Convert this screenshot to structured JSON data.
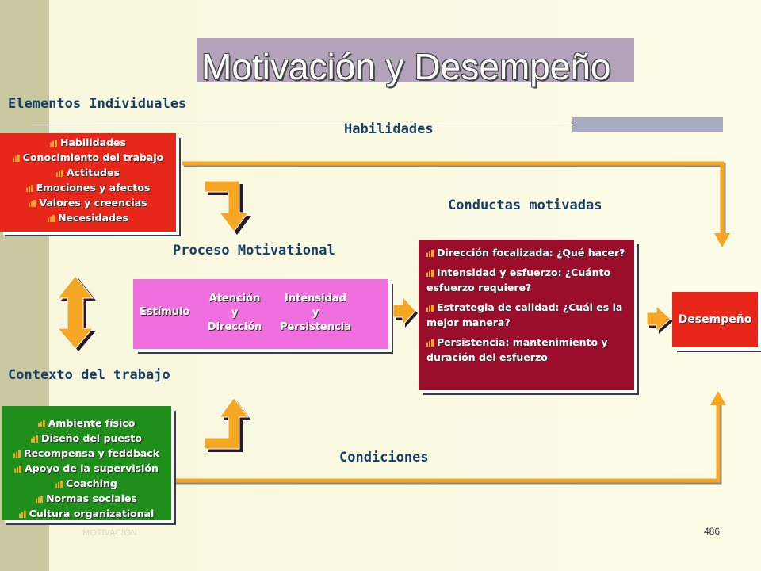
{
  "title": "Motivación y Desempeño",
  "headings": {
    "elementos": "Elementos Individuales",
    "habilidades": "Habilidades",
    "conductas": "Conductas motivadas",
    "proceso": "Proceso Motivational",
    "contexto": "Contexto del trabajo",
    "condiciones": "Condiciones"
  },
  "individual_items": [
    "Habilidades",
    "Conocimiento del trabajo",
    "Actitudes",
    "Emociones y afectos",
    "Valores y creencias",
    "Necesidades"
  ],
  "context_items": [
    "Ambiente físico",
    "Diseño del puesto",
    "Recompensa y feddback",
    "Apoyo de la supervisión",
    "Coaching",
    "Normas sociales",
    "Cultura organizational"
  ],
  "process": {
    "estimulo": "Estímulo",
    "col1": [
      "Atención",
      "y",
      "Dirección"
    ],
    "col2": [
      "Intensidad",
      "y",
      "Persistencia"
    ]
  },
  "behaviors": [
    "Dirección focalizada: ¿Qué hacer?",
    "Intensidad y esfuerzo: ¿Cuánto esfuerzo requiere?",
    "Estrategia de calidad: ¿Cuál es la mejor manera?",
    "Persistencia: mantenimiento y duración del esfuerzo"
  ],
  "desempeno": "Desempeño",
  "footer": {
    "page_number": "486",
    "faint_text": "MOTIVACION"
  },
  "colors": {
    "heading": "#163f66",
    "arrow": "#f5a623",
    "individual_box": "#e8271b",
    "context_box": "#1f8f1c",
    "process_box": "#ef6fde",
    "behavior_box": "#9a0d2b",
    "desempeno_box": "#e8271b"
  }
}
